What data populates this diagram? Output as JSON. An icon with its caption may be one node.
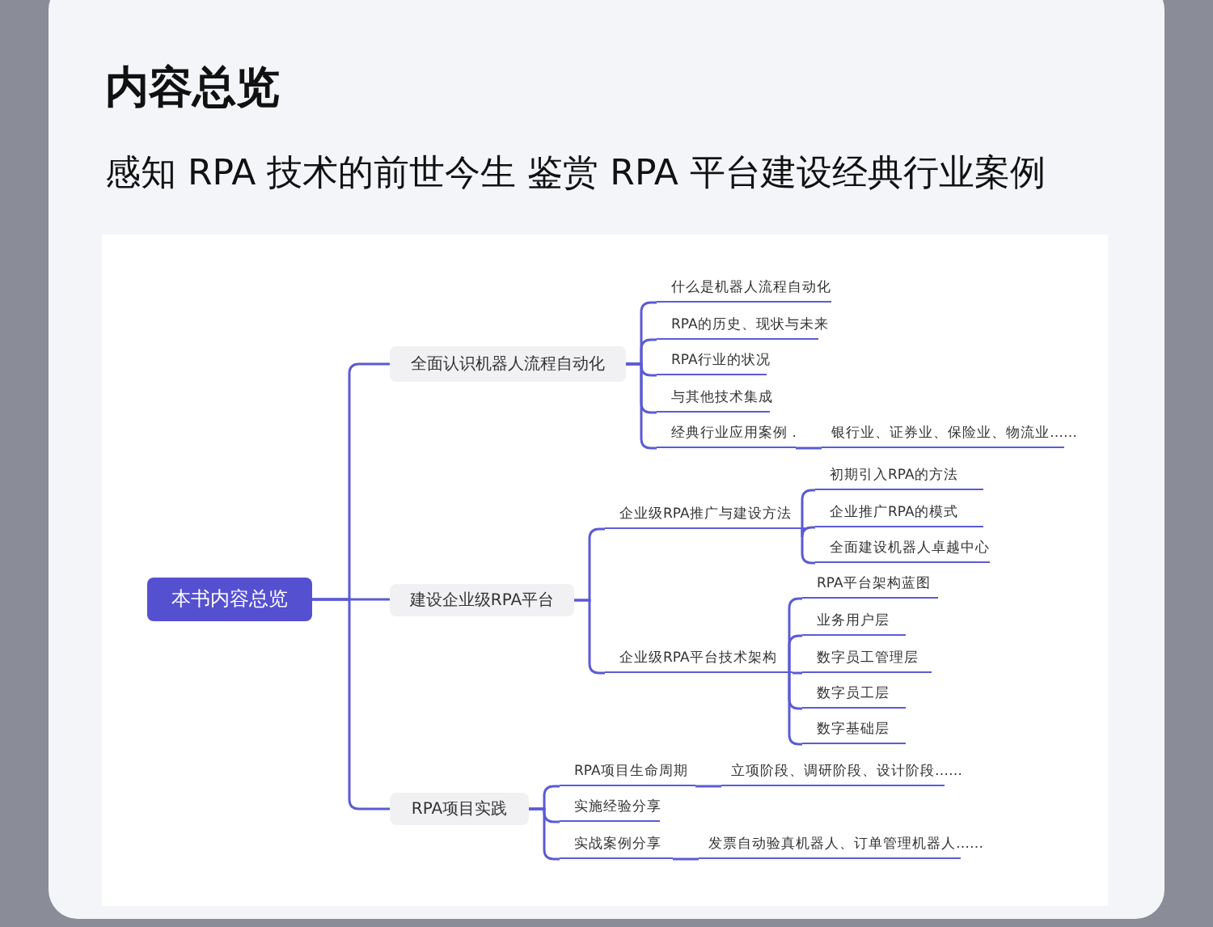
{
  "diagram": {
    "title": "内容总览",
    "nodes": [
      {
        "text": [
          "本书内容总览"
        ]
      },
      {
        "text": [
          "全面认识机器人流程自动化"
        ]
      },
      {
        "text": [
          "什么是机器人流程自动化"
        ]
      },
      {
        "text": [
          "RPA的历史、现状与未来"
        ]
      },
      {
        "text": [
          "RPA行业的状况"
        ]
      },
      {
        "text": [
          "与其他技术集成"
        ]
      },
      {
        "text": [
          "经典行业应用案例 ."
        ]
      },
      {
        "text": [
          "银行业、证券业、保险业、物流业……"
        ]
      },
      {
        "text": [
          "建设企业级RPA平台"
        ]
      },
      {
        "text": [
          "企业级RPA推广与建设方法"
        ]
      },
      {
        "text": [
          "初期引入RPA的方法"
        ]
      },
      {
        "text": [
          "企业推广RPA的模式"
        ]
      },
      {
        "text": [
          "全面建设机器人卓越中心"
        ]
      },
      {
        "text": [
          "企业级RPA平台技术架构"
        ]
      },
      {
        "text": [
          "RPA平台架构蓝图"
        ]
      },
      {
        "text": [
          "业务用户层"
        ]
      },
      {
        "text": [
          "数字员工管理层"
        ]
      },
      {
        "text": [
          "数字员工层"
        ]
      },
      {
        "text": [
          "数字基础层"
        ]
      },
      {
        "text": [
          "RPA项目实践"
        ]
      },
      {
        "text": [
          "RPA项目生命周期"
        ]
      },
      {
        "text": [
          "立项阶段、调研阶段、设计阶段……"
        ]
      },
      {
        "text": [
          "实施经验分享"
        ]
      },
      {
        "text": [
          "实战案例分享"
        ]
      },
      {
        "text": [
          "发票自动验真机器人、订单管理机器人……"
        ]
      }
    ],
    "edges": [
      {
        "from": 0,
        "to": 1,
        "arrow": "none"
      },
      {
        "from": 0,
        "to": 8,
        "arrow": "none"
      },
      {
        "from": 0,
        "to": 19,
        "arrow": "none"
      },
      {
        "from": 1,
        "to": 2,
        "arrow": "none"
      },
      {
        "from": 1,
        "to": 3,
        "arrow": "none"
      },
      {
        "from": 1,
        "to": 4,
        "arrow": "none"
      },
      {
        "from": 1,
        "to": 5,
        "arrow": "none"
      },
      {
        "from": 1,
        "to": 6,
        "arrow": "none"
      },
      {
        "from": 6,
        "to": 7,
        "arrow": "none"
      },
      {
        "from": 8,
        "to": 9,
        "arrow": "none"
      },
      {
        "from": 8,
        "to": 13,
        "arrow": "none"
      },
      {
        "from": 9,
        "to": 10,
        "arrow": "none"
      },
      {
        "from": 9,
        "to": 11,
        "arrow": "none"
      },
      {
        "from": 9,
        "to": 12,
        "arrow": "none"
      },
      {
        "from": 13,
        "to": 14,
        "arrow": "none"
      },
      {
        "from": 13,
        "to": 15,
        "arrow": "none"
      },
      {
        "from": 13,
        "to": 16,
        "arrow": "none"
      },
      {
        "from": 13,
        "to": 17,
        "arrow": "none"
      },
      {
        "from": 13,
        "to": 18,
        "arrow": "none"
      },
      {
        "from": 19,
        "to": 20,
        "arrow": "none"
      },
      {
        "from": 19,
        "to": 22,
        "arrow": "none"
      },
      {
        "from": 19,
        "to": 23,
        "arrow": "none"
      },
      {
        "from": 20,
        "to": 21,
        "arrow": "none"
      },
      {
        "from": 23,
        "to": 24,
        "arrow": "none"
      }
    ],
    "labels": [
      "感知 RPA 技术的前世今生 鉴赏 RPA 平台建设经典行业案例"
    ]
  }
}
